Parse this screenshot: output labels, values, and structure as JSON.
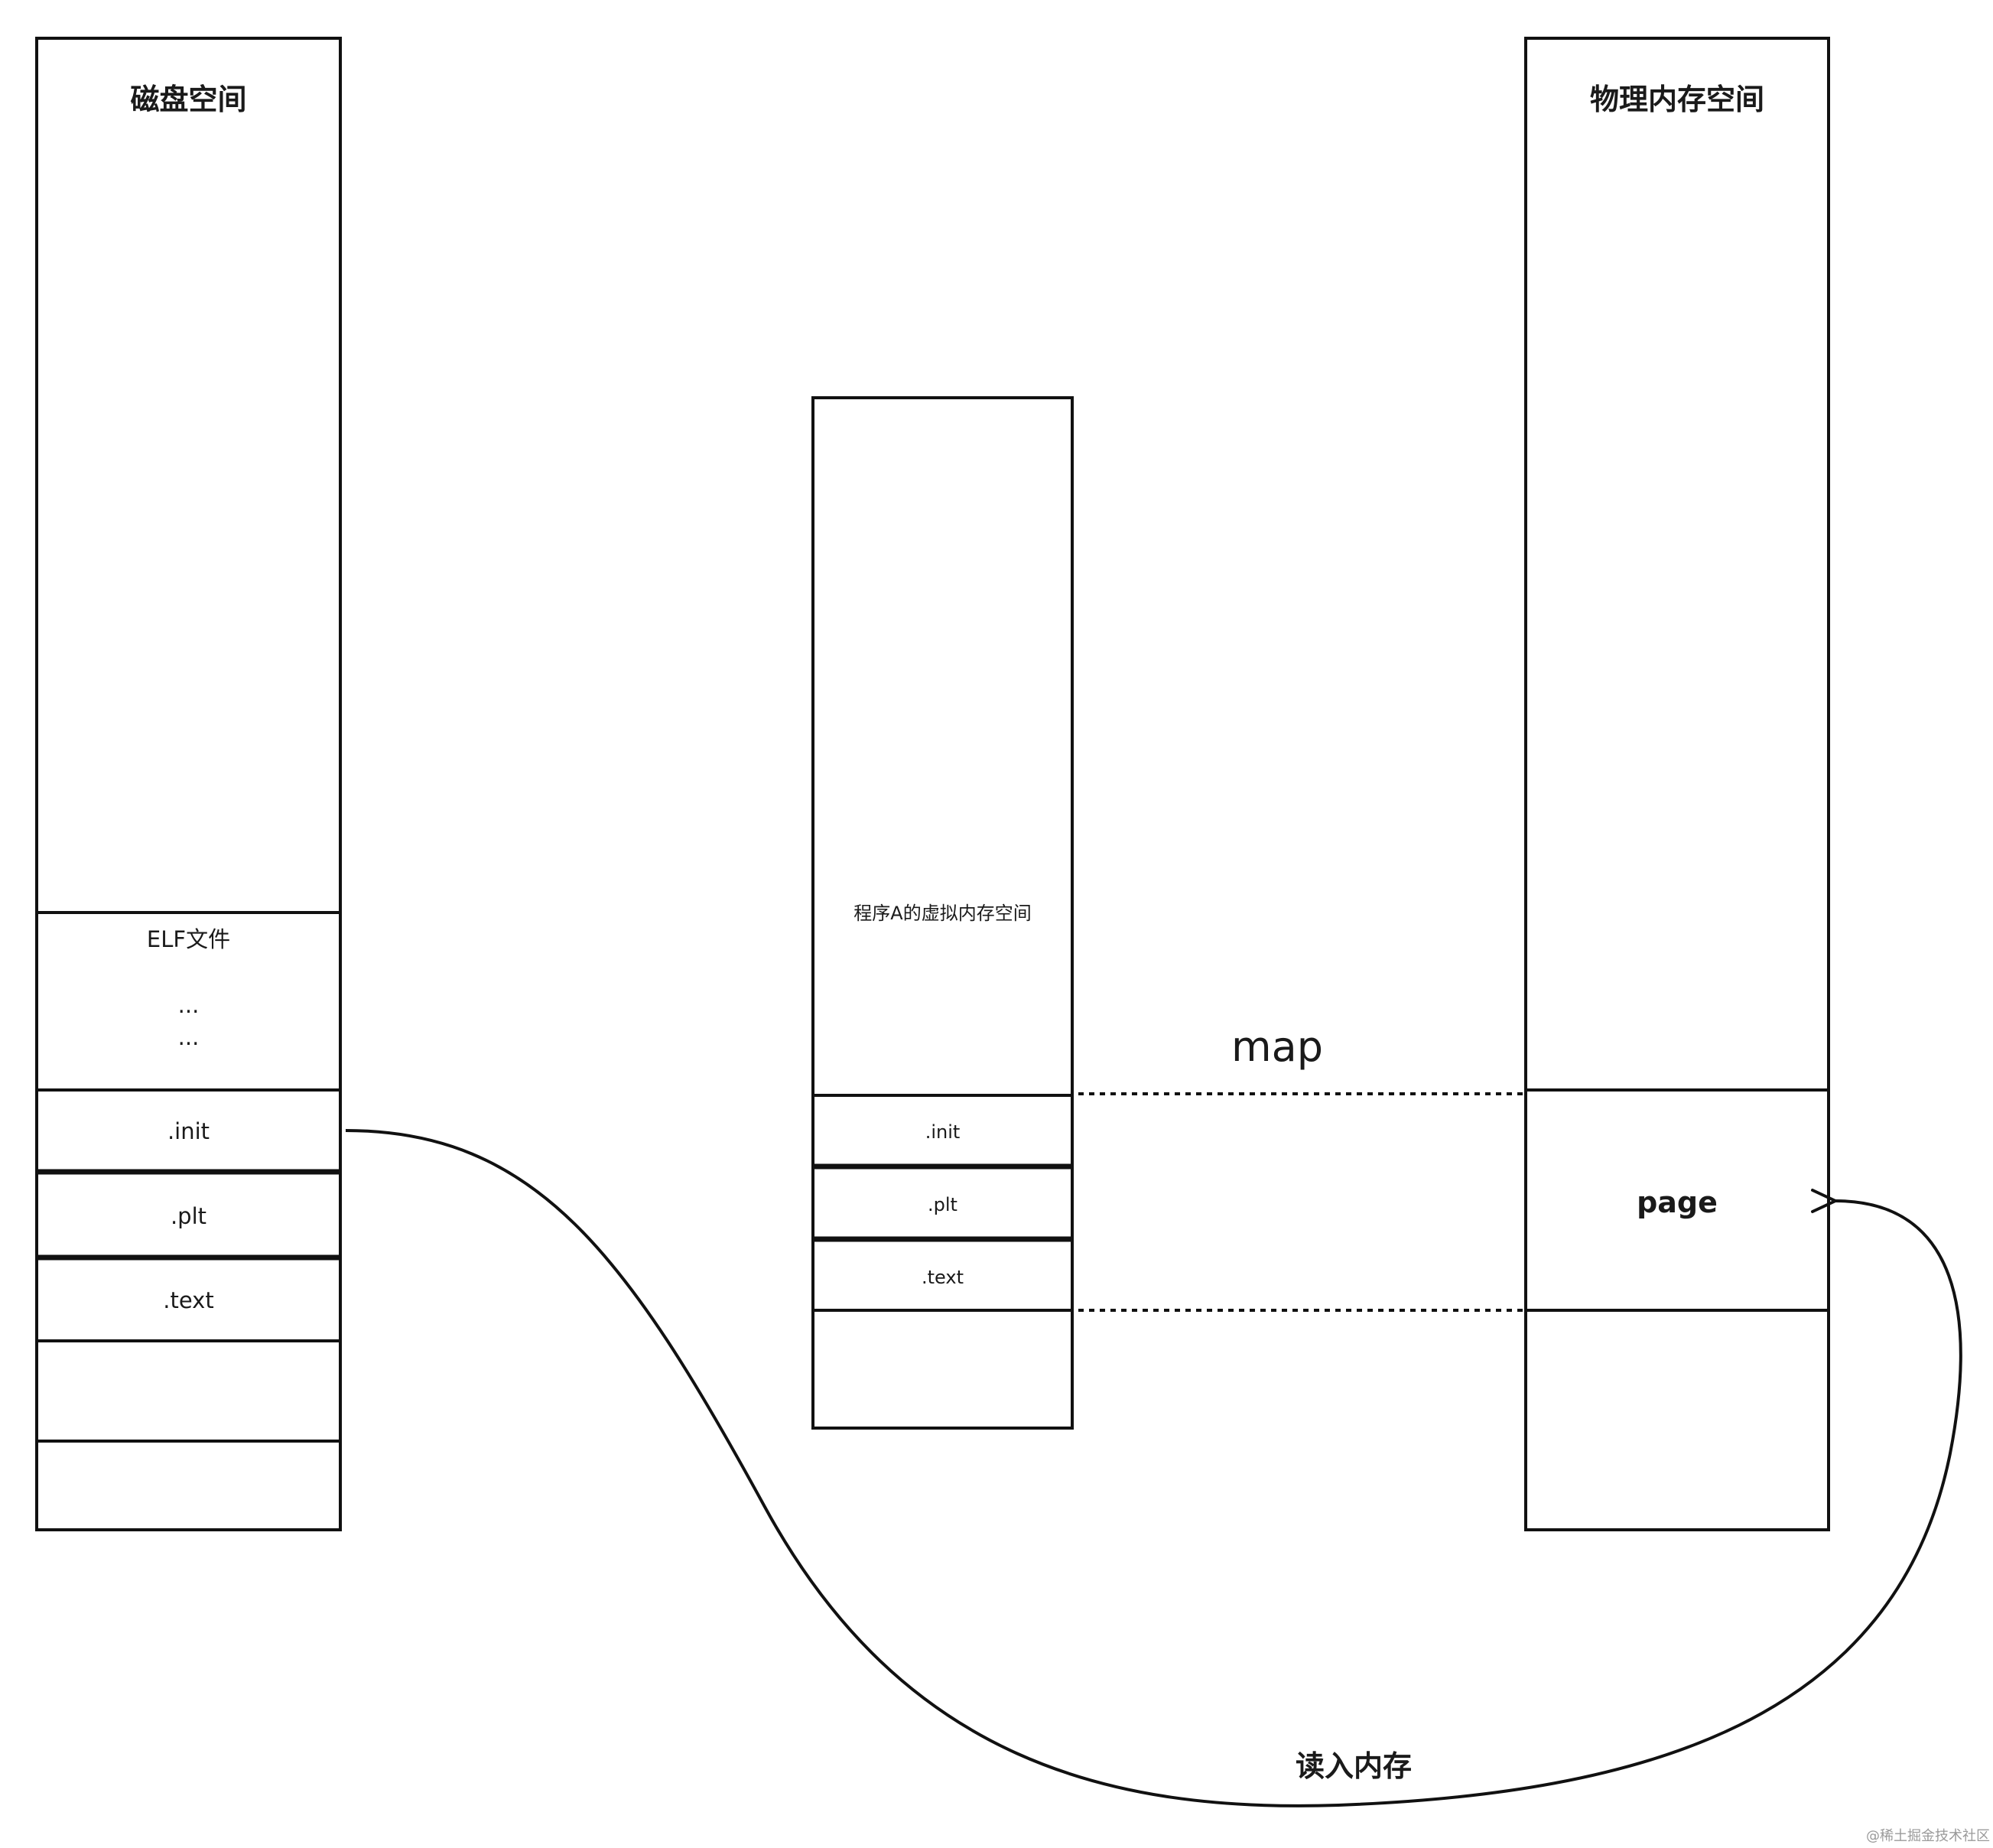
{
  "disk": {
    "title": "磁盘空间",
    "elf_label": "ELF文件",
    "ellipsis_1": "...",
    "ellipsis_2": "...",
    "init": ".init",
    "plt": ".plt",
    "text": ".text"
  },
  "virtual": {
    "title": "程序A的虚拟内存空间",
    "init": ".init",
    "plt": ".plt",
    "text": ".text"
  },
  "physical": {
    "title": "物理内存空间",
    "page": "page"
  },
  "edges": {
    "map_label": "map",
    "read_label": "读入内存"
  },
  "watermark": "@稀土掘金技术社区",
  "colors": {
    "stroke": "#111111",
    "text": "#1a1a1a",
    "background": "#ffffff",
    "watermark": "#9a9a9a"
  }
}
